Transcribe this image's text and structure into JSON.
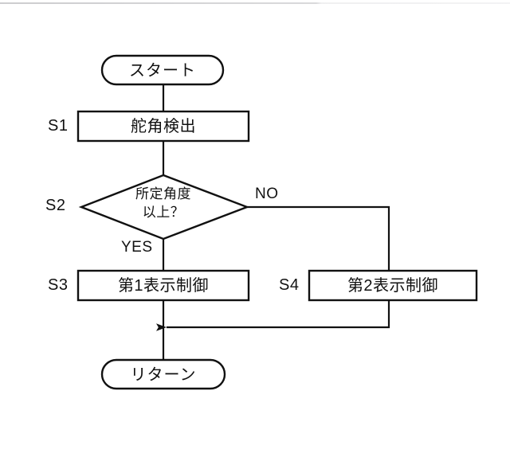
{
  "figure": {
    "type": "flowchart",
    "orientation": "top-to-bottom",
    "language": "ja"
  },
  "nodes": {
    "start": {
      "shape": "terminator",
      "label": "スタート",
      "step": ""
    },
    "s1": {
      "shape": "process",
      "label": "舵角検出",
      "step": "S1"
    },
    "s2": {
      "shape": "decision",
      "label_line1": "所定角度",
      "label_line2": "以上？",
      "step": "S2"
    },
    "s3": {
      "shape": "process",
      "label": "第1表示制御",
      "step": "S3"
    },
    "s4": {
      "shape": "process",
      "label": "第2表示制御",
      "step": "S4"
    },
    "return": {
      "shape": "terminator",
      "label": "リターン",
      "step": ""
    }
  },
  "branches": {
    "yes": "YES",
    "no": "NO"
  },
  "colors": {
    "stroke": "#111111",
    "background": "#ffffff",
    "text": "#111111"
  }
}
